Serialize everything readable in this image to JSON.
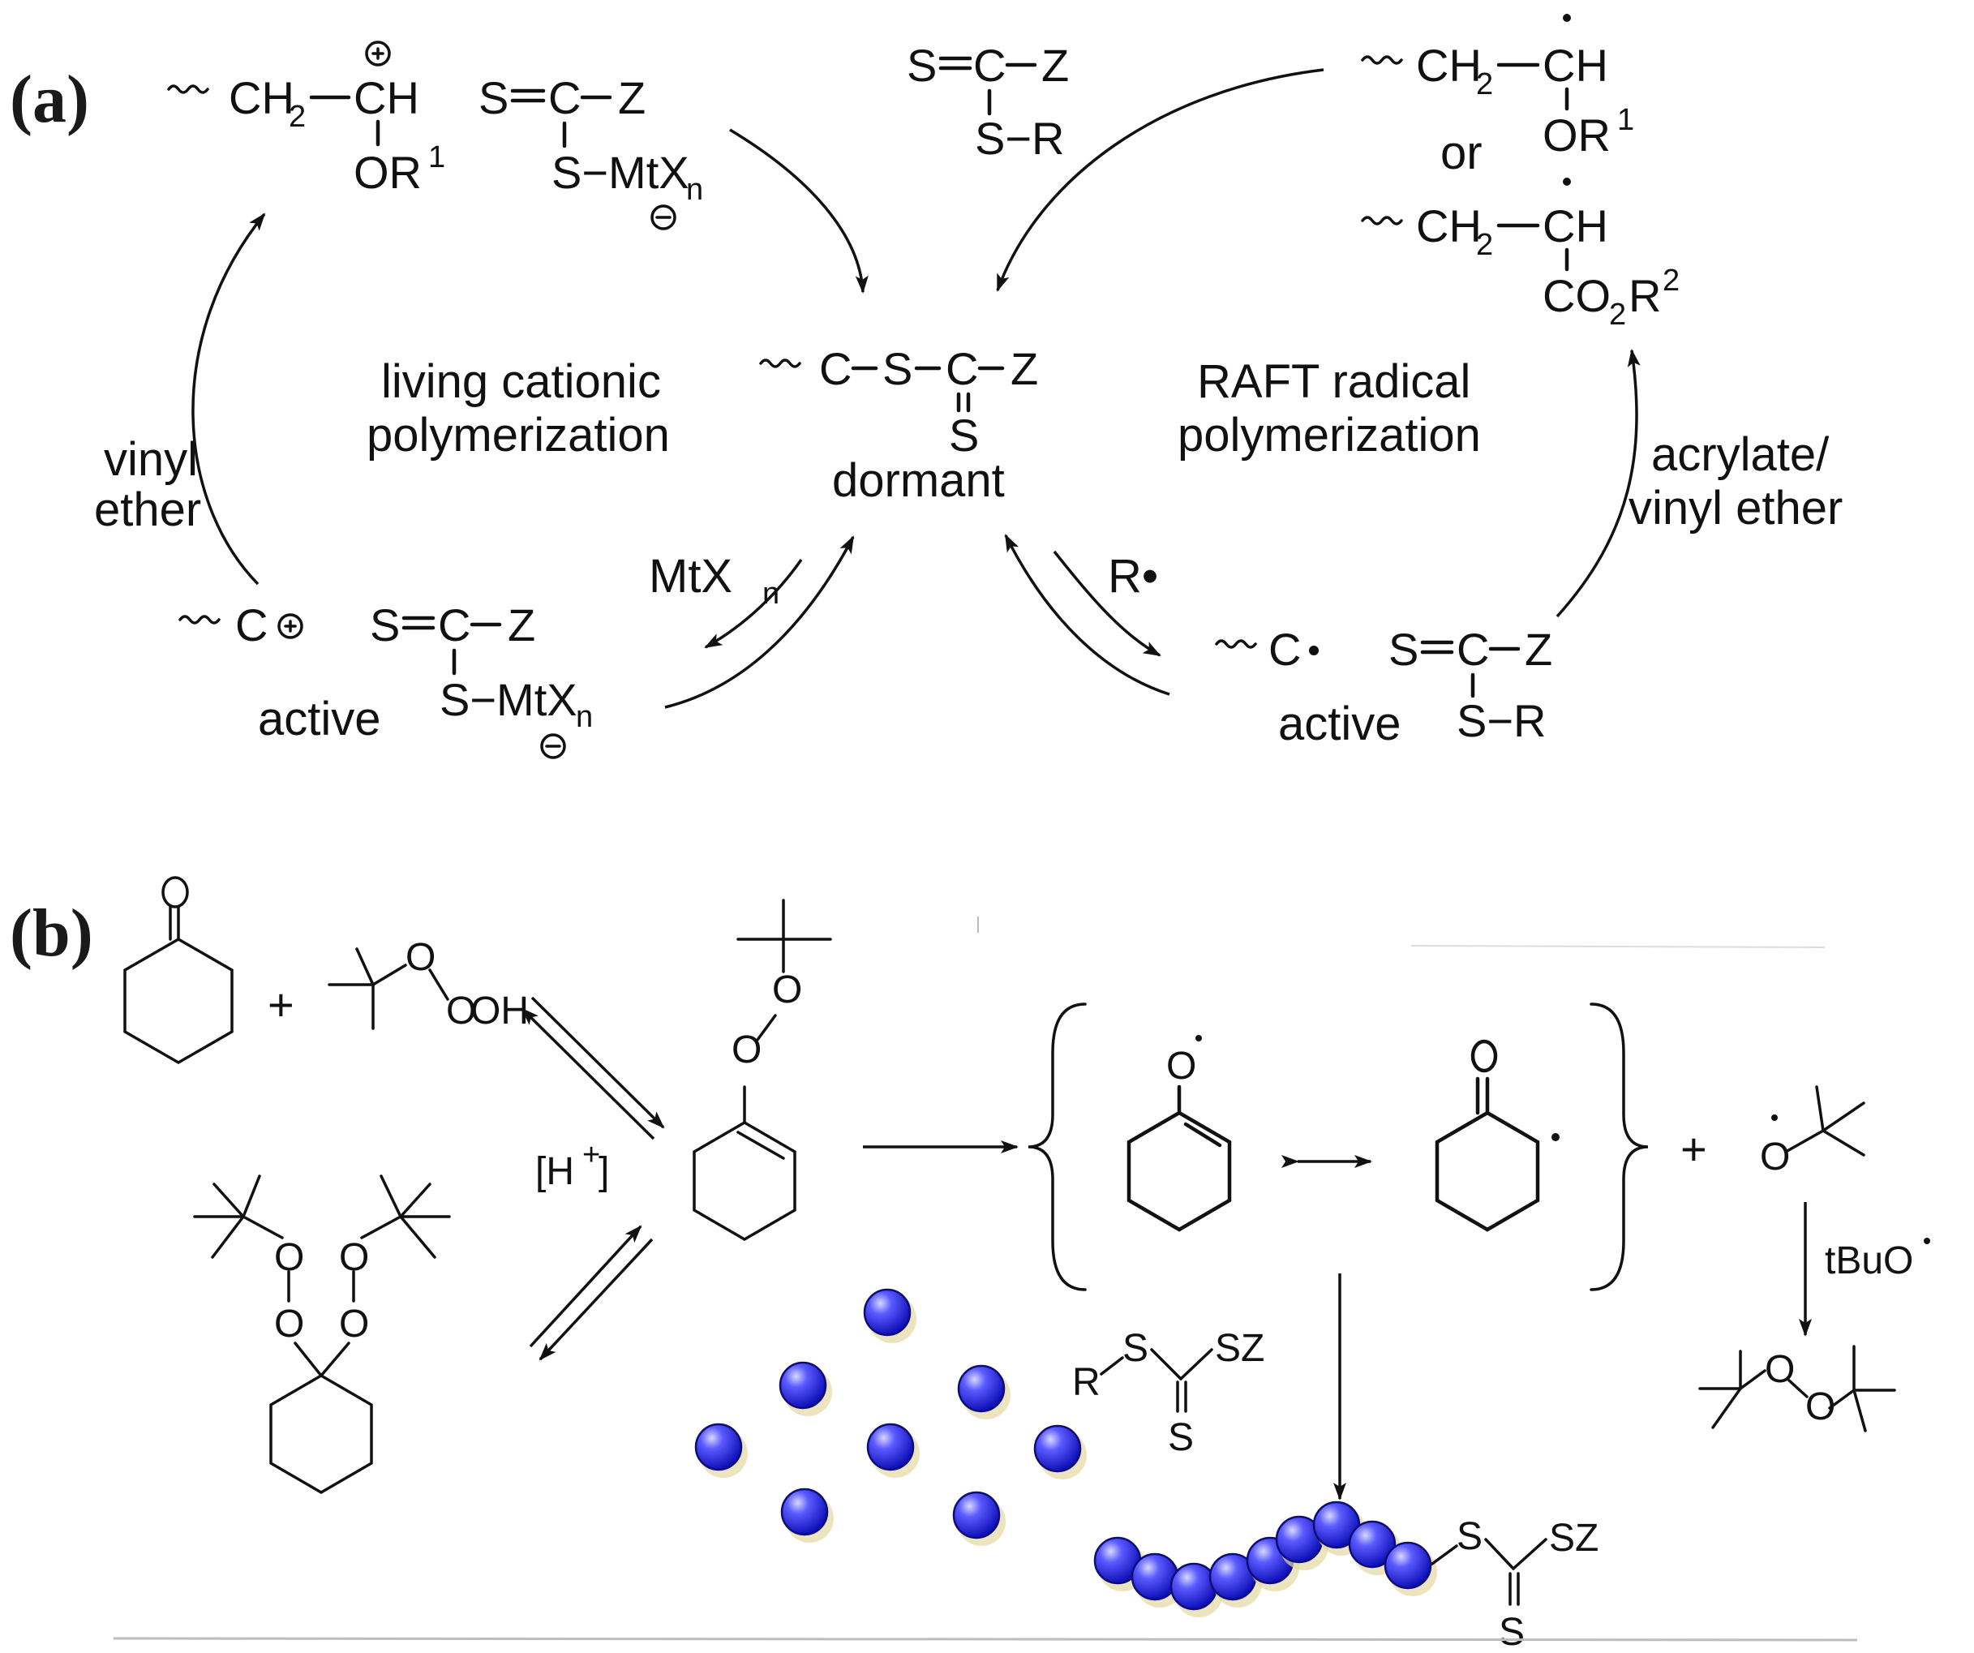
{
  "panels": {
    "a": "(a)",
    "b": "(b)"
  },
  "panel_a": {
    "cationic_label_1": "living cationic",
    "cationic_label_2": "polymerization",
    "raft_label_1": "RAFT radical",
    "raft_label_2": "polymerization",
    "dormant": "dormant",
    "active_left": "active",
    "active_right": "active",
    "vinyl_1": "vinyl",
    "vinyl_2": "ether",
    "acrylate_1": "acrylate/",
    "acrylate_2": "vinyl ether",
    "or": "or",
    "mtxn": "MtX",
    "n": "n",
    "r_radical": "R•",
    "Z": "Z",
    "S": "S",
    "C": "C",
    "R": "R",
    "CH2": "CH",
    "two": "2",
    "CH": "CH",
    "OR": "OR",
    "one": "1",
    "CO": "CO",
    "R2": "R",
    "sup2": "2",
    "S_MtX": "S−MtX",
    "S_R": "S−R"
  },
  "panel_b": {
    "OH": "OH",
    "plus1": "+",
    "plus2": "+",
    "H_catalyst": "[H",
    "H_plus": "+",
    "H_close": "]",
    "tBuO": "tBuO",
    "O": "O",
    "R": "R",
    "S": "S",
    "SZ": "SZ"
  },
  "colors": {
    "bead": "#2a2ad8",
    "bead_highlight": "#c8c8ff",
    "bead_shadow": "#cfc48a",
    "line": "#111111"
  }
}
